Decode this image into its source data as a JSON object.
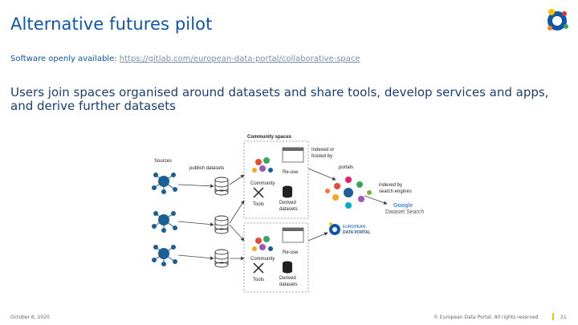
{
  "header": {
    "title": "Alternative futures pilot"
  },
  "software": {
    "label": "Software openly available:",
    "link_text": "https://gitlab.com/european-data-portal/collaborative-space"
  },
  "lead": "Users join spaces organised around datasets and share tools, develop services and apps, and derive further datasets",
  "diagram": {
    "community_spaces": "Community spaces",
    "sources": "Sources",
    "publish_datasets": "publish datasets",
    "indexed_or": "Indexed or",
    "hosted_by": "hosted by",
    "portals": "portals",
    "indexed_by": "indexed by",
    "search_engines": "search engines",
    "reuse_1": "Re-use",
    "community_1": "Community",
    "tools_1": "Tools",
    "derived_1": "Derived",
    "datasets_1": "datasets",
    "reuse_2": "Re-use",
    "community_2": "Community",
    "tools_2": "Tools",
    "derived_2": "Derived",
    "datasets_2": "datasets",
    "google": "Google",
    "dataset_search": "Dataset Search",
    "edp_line1": "EUROPEAN",
    "edp_line2": "DATA PORTAL"
  },
  "footer": {
    "date": "October 6, 2020",
    "copyright": "© European Data Portal. All rights reserved",
    "page": "21"
  },
  "colors": {
    "title_blue": "#0f56a8",
    "accent_yellow": "#f5c200",
    "network_blue": "#1c5f96"
  }
}
